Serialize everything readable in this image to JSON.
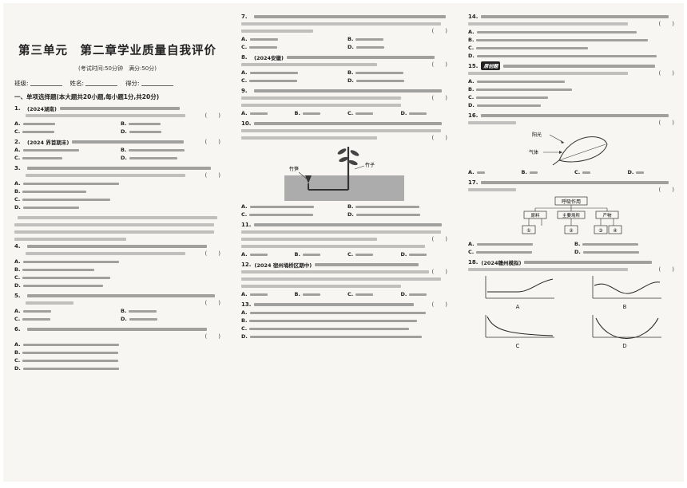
{
  "header": {
    "title": "第三单元　第二章学业质量自我评价",
    "exam_info": "(考试时间:50分钟　满分:50分)"
  },
  "info_fields": [
    {
      "label": "班级:"
    },
    {
      "label": "姓名:"
    },
    {
      "label": "得分:"
    }
  ],
  "section": {
    "heading": "一、单项选择题(本大题共20小题,每小题1分,共20分)"
  },
  "col1": [
    {
      "number": "1.",
      "source": "(2024湖南)",
      "options": [
        "A.",
        "B.",
        "C.",
        "D."
      ]
    },
    {
      "number": "2.",
      "source": "(2024 界首期末)",
      "options": [
        "A.",
        "B.",
        "C.",
        "D."
      ]
    },
    {
      "number": "3.",
      "options": [
        "A.",
        "B.",
        "C.",
        "D."
      ]
    },
    {
      "number": "4.",
      "options": [
        "A.",
        "B.",
        "C.",
        "D."
      ]
    },
    {
      "number": "5.",
      "options": [
        "A.",
        "B.",
        "C.",
        "D."
      ]
    },
    {
      "number": "6.",
      "options": [
        "A.",
        "B.",
        "C.",
        "D."
      ]
    }
  ],
  "col2": [
    {
      "number": "7.",
      "options": [
        "A.",
        "B.",
        "C.",
        "D."
      ]
    },
    {
      "number": "8.",
      "source": "(2024安徽)",
      "options": [
        "A.",
        "B.",
        "C.",
        "D."
      ]
    },
    {
      "number": "9.",
      "options": [
        "A.",
        "B.",
        "C.",
        "D."
      ]
    },
    {
      "number": "10.",
      "options": [
        "A.",
        "B.",
        "C.",
        "D."
      ]
    },
    {
      "number": "11.",
      "options": [
        "A.",
        "B.",
        "C.",
        "D."
      ]
    },
    {
      "number": "12.",
      "source": "(2024 宿州埇桥区期中)",
      "options": [
        "A.",
        "B.",
        "C.",
        "D."
      ]
    },
    {
      "number": "13.",
      "options": [
        "A.",
        "B.",
        "C.",
        "D."
      ]
    }
  ],
  "col3": [
    {
      "number": "14.",
      "options": [
        "A.",
        "B.",
        "C.",
        "D."
      ]
    },
    {
      "number": "15.",
      "tag": "原创题",
      "options": [
        "A.",
        "B.",
        "C.",
        "D."
      ]
    },
    {
      "number": "16.",
      "options": [
        "A.",
        "B.",
        "C.",
        "D."
      ]
    },
    {
      "number": "17.",
      "options": [
        "A.",
        "B.",
        "C.",
        "D."
      ]
    },
    {
      "number": "18.",
      "source": "(2024赣州模拟)",
      "options": [
        "A",
        "B",
        "C",
        "D"
      ]
    }
  ],
  "figures": {
    "q10_label": "竹子",
    "q10_label2": "竹笋",
    "q16_label_sun": "阳光",
    "q16_label_air": "气体",
    "q17_center": "呼吸作用",
    "q17_left": "原料",
    "q17_mid": "主要场所",
    "q17_right": "产物",
    "q17_nodes": [
      "①",
      "②",
      "③",
      "④"
    ]
  },
  "chart_data": [
    {
      "type": "line",
      "label": "A",
      "shape": "flat-then-rise"
    },
    {
      "type": "line",
      "label": "B",
      "shape": "dip-then-rise"
    },
    {
      "type": "line",
      "label": "C",
      "shape": "decline"
    },
    {
      "type": "line",
      "label": "D",
      "shape": "u-shape"
    }
  ]
}
